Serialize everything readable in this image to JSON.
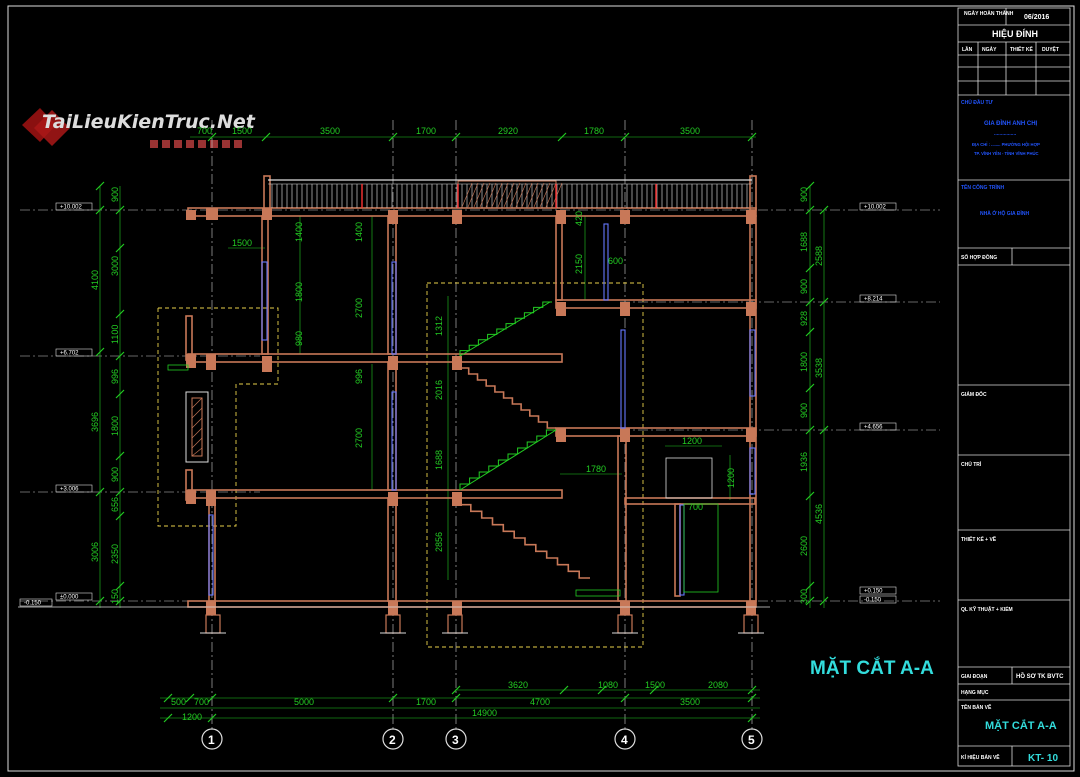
{
  "watermark": {
    "text": "TaiLieuKienTruc.Net"
  },
  "drawing_title": "MẶT CẮT A-A",
  "levels": {
    "roof": "+10.002",
    "l3": "+8.214",
    "mezz_left": "+6.702",
    "l2": "+4.656",
    "l1_left": "+3.006",
    "ground_left": "±0.000",
    "outside_left": "-0.150",
    "ground_right": "+0.150",
    "outside_right": "-0.150"
  },
  "top_dims": [
    "700",
    "1500",
    "3500",
    "1700",
    "2920",
    "1780",
    "3500"
  ],
  "bottom_dims_row1": [
    "3620",
    "1080",
    "1500",
    "2080"
  ],
  "bottom_dims_row2": [
    "500",
    "700",
    "5000",
    "1700",
    "4700",
    "3500"
  ],
  "bottom_dims_row3": [
    "1200",
    "14900"
  ],
  "left_dims_outer": [
    "4100",
    "3696",
    "3006"
  ],
  "left_dims_inner": [
    "900",
    "3000",
    "1100",
    "996",
    "1800",
    "900",
    "656",
    "2350",
    "150"
  ],
  "right_dims_inner": [
    "900",
    "1688",
    "900",
    "928",
    "1800",
    "900",
    "1936",
    "2600",
    "300"
  ],
  "right_dims_outer": [
    "2588",
    "3538",
    "4536"
  ],
  "interior_dims": [
    "1500",
    "1400",
    "1400",
    "1800",
    "980",
    "2700",
    "996",
    "2700",
    "1312",
    "2016",
    "1688",
    "2856",
    "420",
    "2150",
    "600",
    "1780",
    "1200",
    "1200",
    "700"
  ],
  "grid_axes": [
    "1",
    "2",
    "3",
    "4",
    "5"
  ],
  "title_block": {
    "date_label": "NGÀY HOÀN THÀNH",
    "date_value": "06/2016",
    "revision_title": "HIỆU ĐÍNH",
    "rev_cols": [
      "LẦN",
      "NGÀY",
      "THIẾT KẾ",
      "DUYỆT"
    ],
    "owner_label": "CHỦ ĐẦU TƯ",
    "owner_name": "GIA ĐÌNH ANH CHỊ",
    "owner_line": "................",
    "address_line1": "ĐỊA CHỈ : ........ PHƯỜNG HỘI HỢP",
    "address_line2": "TP. VĨNH YÊN - TỈNH VĨNH PHÚC",
    "project_label": "TÊN CÔNG TRÌNH",
    "project_name": "NHÀ Ở HỘ GIA ĐÌNH",
    "contract_label": "SỐ HỢP ĐỒNG",
    "director_label": "GIÁM ĐỐC",
    "chair_label": "CHỦ TRÌ",
    "designer_label": "THIẾT KẾ + VẼ",
    "qc_label": "QL KỸ THUẬT + KIỂM",
    "phase_label": "GIAI ĐOẠN",
    "phase_value": "HỒ SƠ TK BVTC",
    "item_label": "HẠNG MỤC",
    "sheet_name_label": "TÊN BẢN VẼ",
    "sheet_name": "MẶT CẮT A-A",
    "sheet_no_label": "KÍ HIỆU BẢN VẼ",
    "sheet_no": "KT- 10"
  }
}
